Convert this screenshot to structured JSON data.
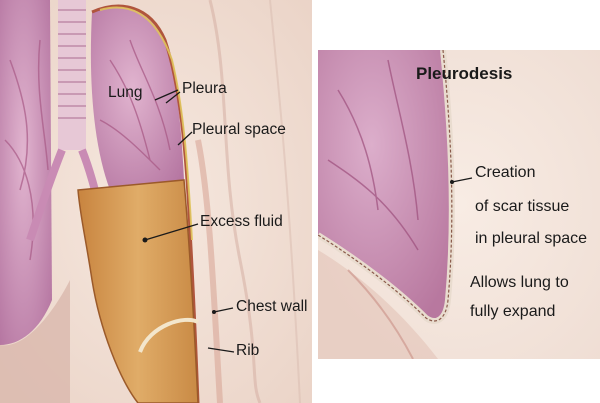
{
  "left_panel": {
    "labels": {
      "lung": "Lung",
      "pleura": "Pleura",
      "pleural_space": "Pleural space",
      "excess_fluid": "Excess fluid",
      "chest_wall": "Chest wall",
      "rib": "Rib"
    }
  },
  "right_panel": {
    "title": "Pleurodesis",
    "label_lines": [
      "Creation",
      "of scar tissue",
      "in pleural space"
    ],
    "note_lines": [
      "Allows lung to",
      "fully expand"
    ]
  },
  "colors": {
    "background_skin": "#f0ddd3",
    "lung_tissue": "#c98bb4",
    "fluid": "#d49a52",
    "pleura_line": "#b0553d",
    "scar_tissue": "#e9dccf"
  }
}
